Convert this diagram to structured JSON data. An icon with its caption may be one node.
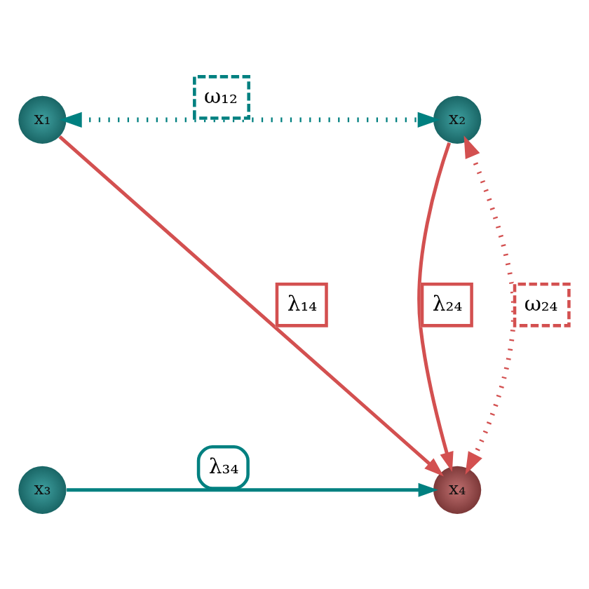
{
  "diagram": {
    "nodes": [
      {
        "text": [
          "x₁"
        ]
      },
      {
        "text": [
          "x₂"
        ]
      },
      {
        "text": [
          "x₃"
        ]
      },
      {
        "text": [
          "x₄"
        ]
      }
    ],
    "edges": [
      {
        "from": 0,
        "to": 3,
        "arrow": "to",
        "label": "λ₁₄"
      },
      {
        "from": 1,
        "to": 3,
        "arrow": "to",
        "label": "λ₂₄"
      },
      {
        "from": 2,
        "to": 3,
        "arrow": "to",
        "label": "λ₃₄",
        "color": "#008080"
      },
      {
        "from": 0,
        "to": 1,
        "arrow": "both",
        "label": "ω₁₂",
        "style": "dashed",
        "color": "#008080"
      },
      {
        "from": 1,
        "to": 3,
        "arrow": "both",
        "label": "ω₂₄",
        "style": "dashed"
      }
    ]
  }
}
